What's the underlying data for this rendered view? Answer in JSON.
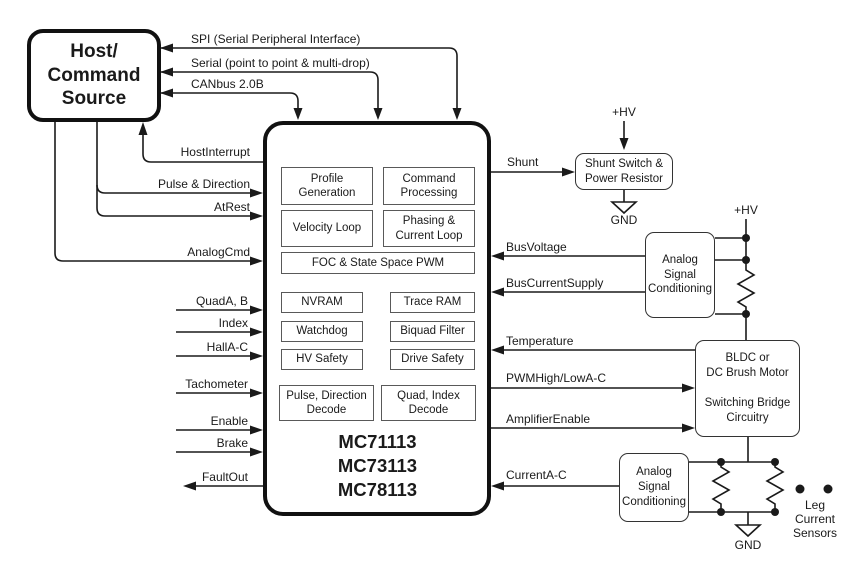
{
  "diagram": {
    "host": {
      "title": "Host/\nCommand\nSource"
    },
    "comm": {
      "spi": "SPI (Serial Peripheral Interface)",
      "serial": "Serial (point to point & multi-drop)",
      "canbus": "CANbus 2.0B"
    },
    "host_signals": {
      "host_interrupt": "HostInterrupt",
      "pulse_direction": "Pulse & Direction",
      "at_rest": "AtRest",
      "analog_cmd": "AnalogCmd"
    },
    "left_signals": {
      "quad": "QuadA, B",
      "index": "Index",
      "hall": "HallA-C",
      "tachometer": "Tachometer",
      "enable": "Enable",
      "brake": "Brake",
      "fault_out": "FaultOut"
    },
    "chip": {
      "blocks": {
        "profile": "Profile\nGeneration",
        "command": "Command\nProcessing",
        "velocity": "Velocity Loop",
        "phasing": "Phasing &\nCurrent Loop",
        "foc": "FOC & State Space PWM",
        "nvram": "NVRAM",
        "trace": "Trace RAM",
        "watchdog": "Watchdog",
        "biquad": "Biquad Filter",
        "hv_safety": "HV Safety",
        "drive_safety": "Drive Safety",
        "pulse_decode": "Pulse, Direction\nDecode",
        "quad_decode": "Quad, Index\nDecode"
      },
      "part_numbers": [
        "MC71113",
        "MC73113",
        "MC78113"
      ]
    },
    "right": {
      "shunt": "Shunt",
      "shunt_box": "Shunt Switch &\nPower Resistor",
      "hv_top": "+HV",
      "gnd_top": "GND",
      "asc_top": "Analog\nSignal\nConditioning",
      "hv_right": "+HV",
      "bus_voltage": "BusVoltage",
      "bus_current_supply": "BusCurrentSupply",
      "temperature": "Temperature",
      "pwm": "PWMHigh/LowA-C",
      "amplifier_enable": "AmplifierEnable",
      "motor_box": "BLDC or\nDC Brush Motor\n\nSwitching Bridge\nCircuitry",
      "current_ac": "CurrentA-C",
      "asc_bottom": "Analog\nSignal\nConditioning",
      "gnd_bottom": "GND",
      "leg_sensors": "Leg\nCurrent\nSensors"
    },
    "colors": {
      "line": "#1a1a1a",
      "background": "#ffffff"
    }
  }
}
